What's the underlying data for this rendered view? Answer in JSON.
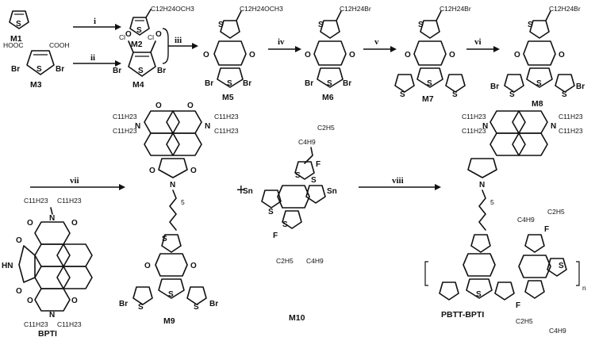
{
  "compounds": {
    "m1": "M1",
    "m2": "M2",
    "m3": "M3",
    "m4": "M4",
    "m5": "M5",
    "m6": "M6",
    "m7": "M7",
    "m8": "M8",
    "m9": "M9",
    "m10": "M10",
    "bpti": "BPTI",
    "polymer": "PBTT-BPTI"
  },
  "steps": {
    "i": "i",
    "ii": "ii",
    "iii": "iii",
    "iv": "iv",
    "v": "v",
    "vi": "vi",
    "vii": "vii",
    "viii": "viii"
  },
  "plus": "+",
  "atoms": {
    "S": "S",
    "O": "O",
    "N": "N",
    "Br": "Br",
    "Cl": "Cl",
    "F": "F",
    "Sn": "Sn",
    "HN": "HN"
  },
  "groups": {
    "hooc": "HOOC",
    "cooh": "COOH",
    "c12_och3": "C12H24OCH3",
    "c12_br": "C12H24Br",
    "c11": "C11H23",
    "c4": "C4H9",
    "c2": "C2H5",
    "spacer": "5",
    "repeat": "n"
  }
}
